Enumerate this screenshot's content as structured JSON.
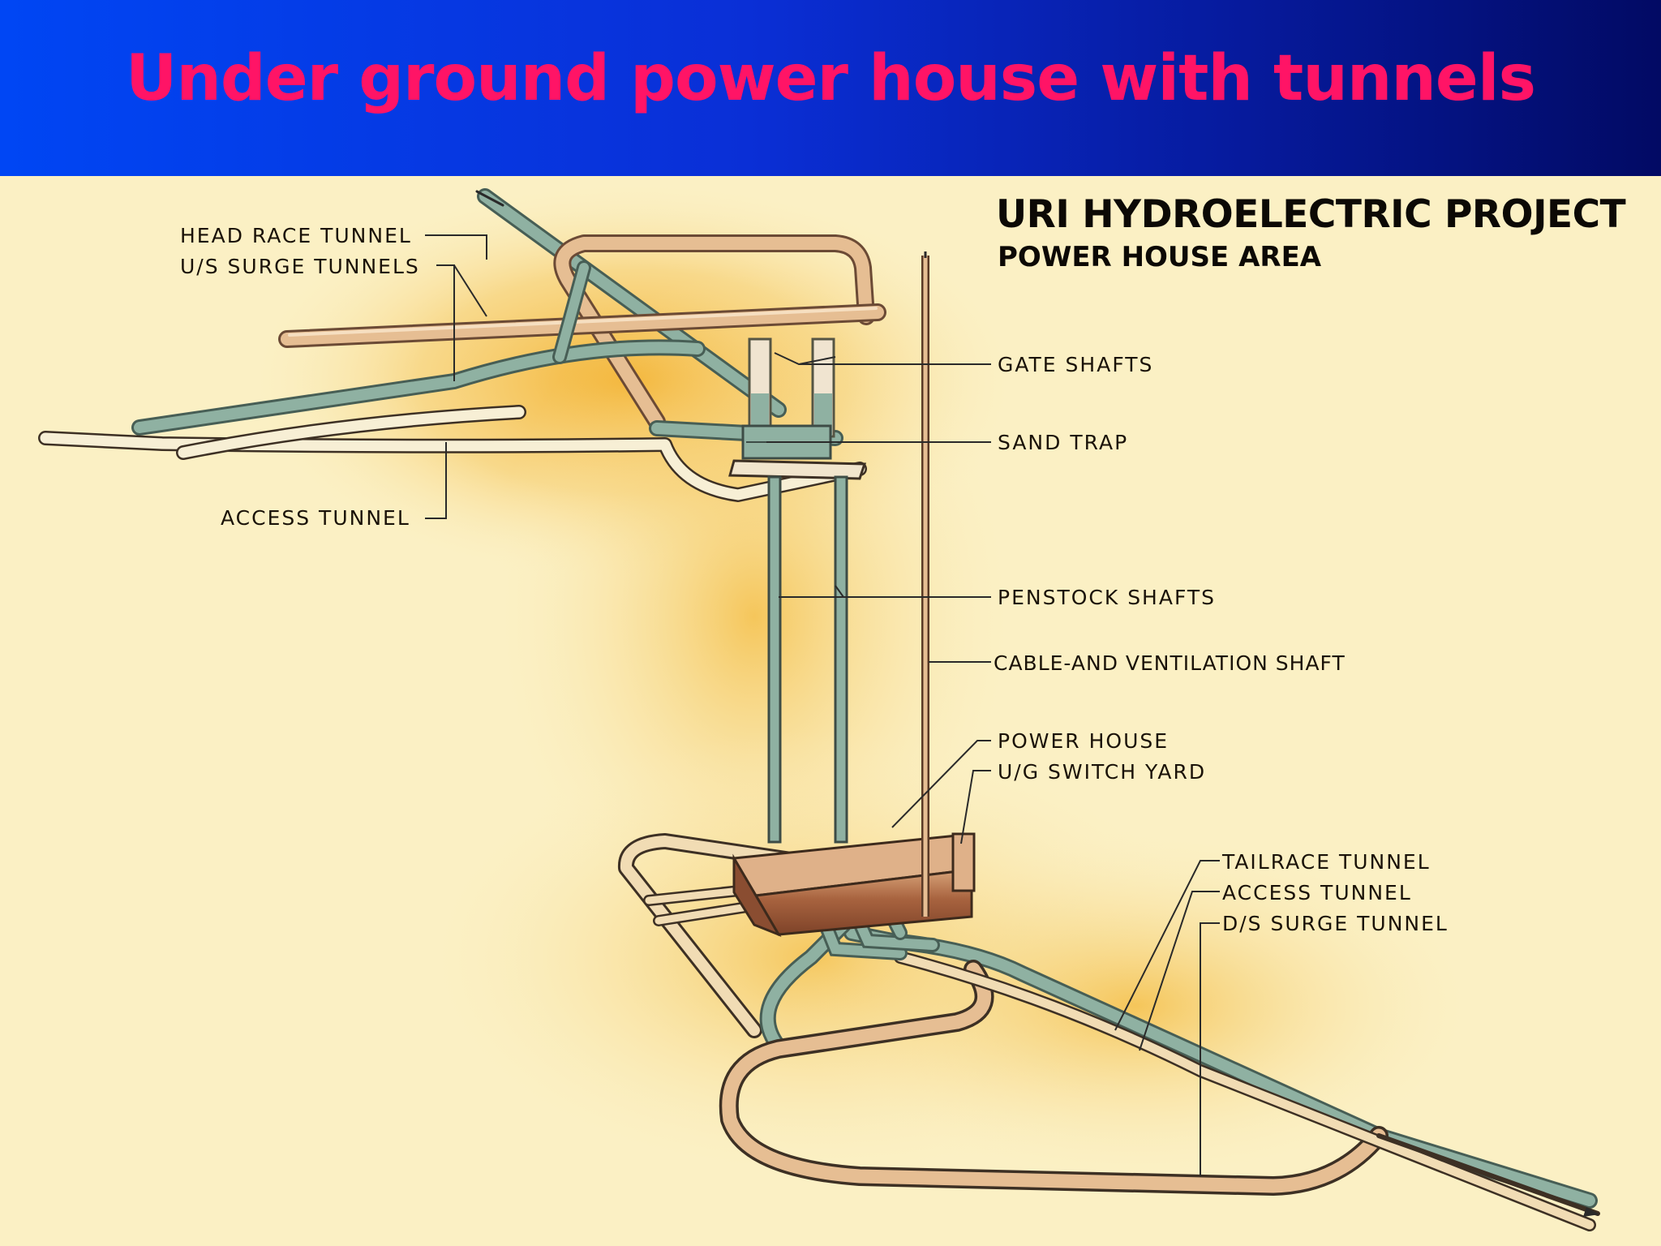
{
  "slide": {
    "title": "Under ground power house with tunnels",
    "title_color": "#ff1466",
    "header_gradient": [
      "#0046f4",
      "#020a64"
    ]
  },
  "diagram": {
    "project_title": "URI HYDROELECTRIC PROJECT",
    "project_subtitle": "POWER HOUSE AREA",
    "labels": {
      "head_race_tunnel": "HEAD RACE TUNNEL",
      "us_surge_tunnels": "U/S SURGE TUNNELS",
      "access_tunnel_upper": "ACCESS TUNNEL",
      "gate_shafts": "GATE SHAFTS",
      "sand_trap": "SAND TRAP",
      "penstock_shafts": "PENSTOCK SHAFTS",
      "cable_ventilation_shaft": "CABLE-AND VENTILATION SHAFT",
      "power_house": "POWER HOUSE",
      "ug_switch_yard": "U/G SWITCH YARD",
      "tailrace_tunnel": "TAILRACE TUNNEL",
      "access_tunnel_lower": "ACCESS TUNNEL",
      "ds_surge_tunnel": "D/S SURGE TUNNEL"
    },
    "colors": {
      "background": "#fbf0c4",
      "glow": "#f3b431",
      "tan_tunnel": "#e6be93",
      "green_tunnel": "#8fb1a2",
      "cream_tunnel": "#f7efd5",
      "power_house_block": "#9d5b3c"
    }
  }
}
